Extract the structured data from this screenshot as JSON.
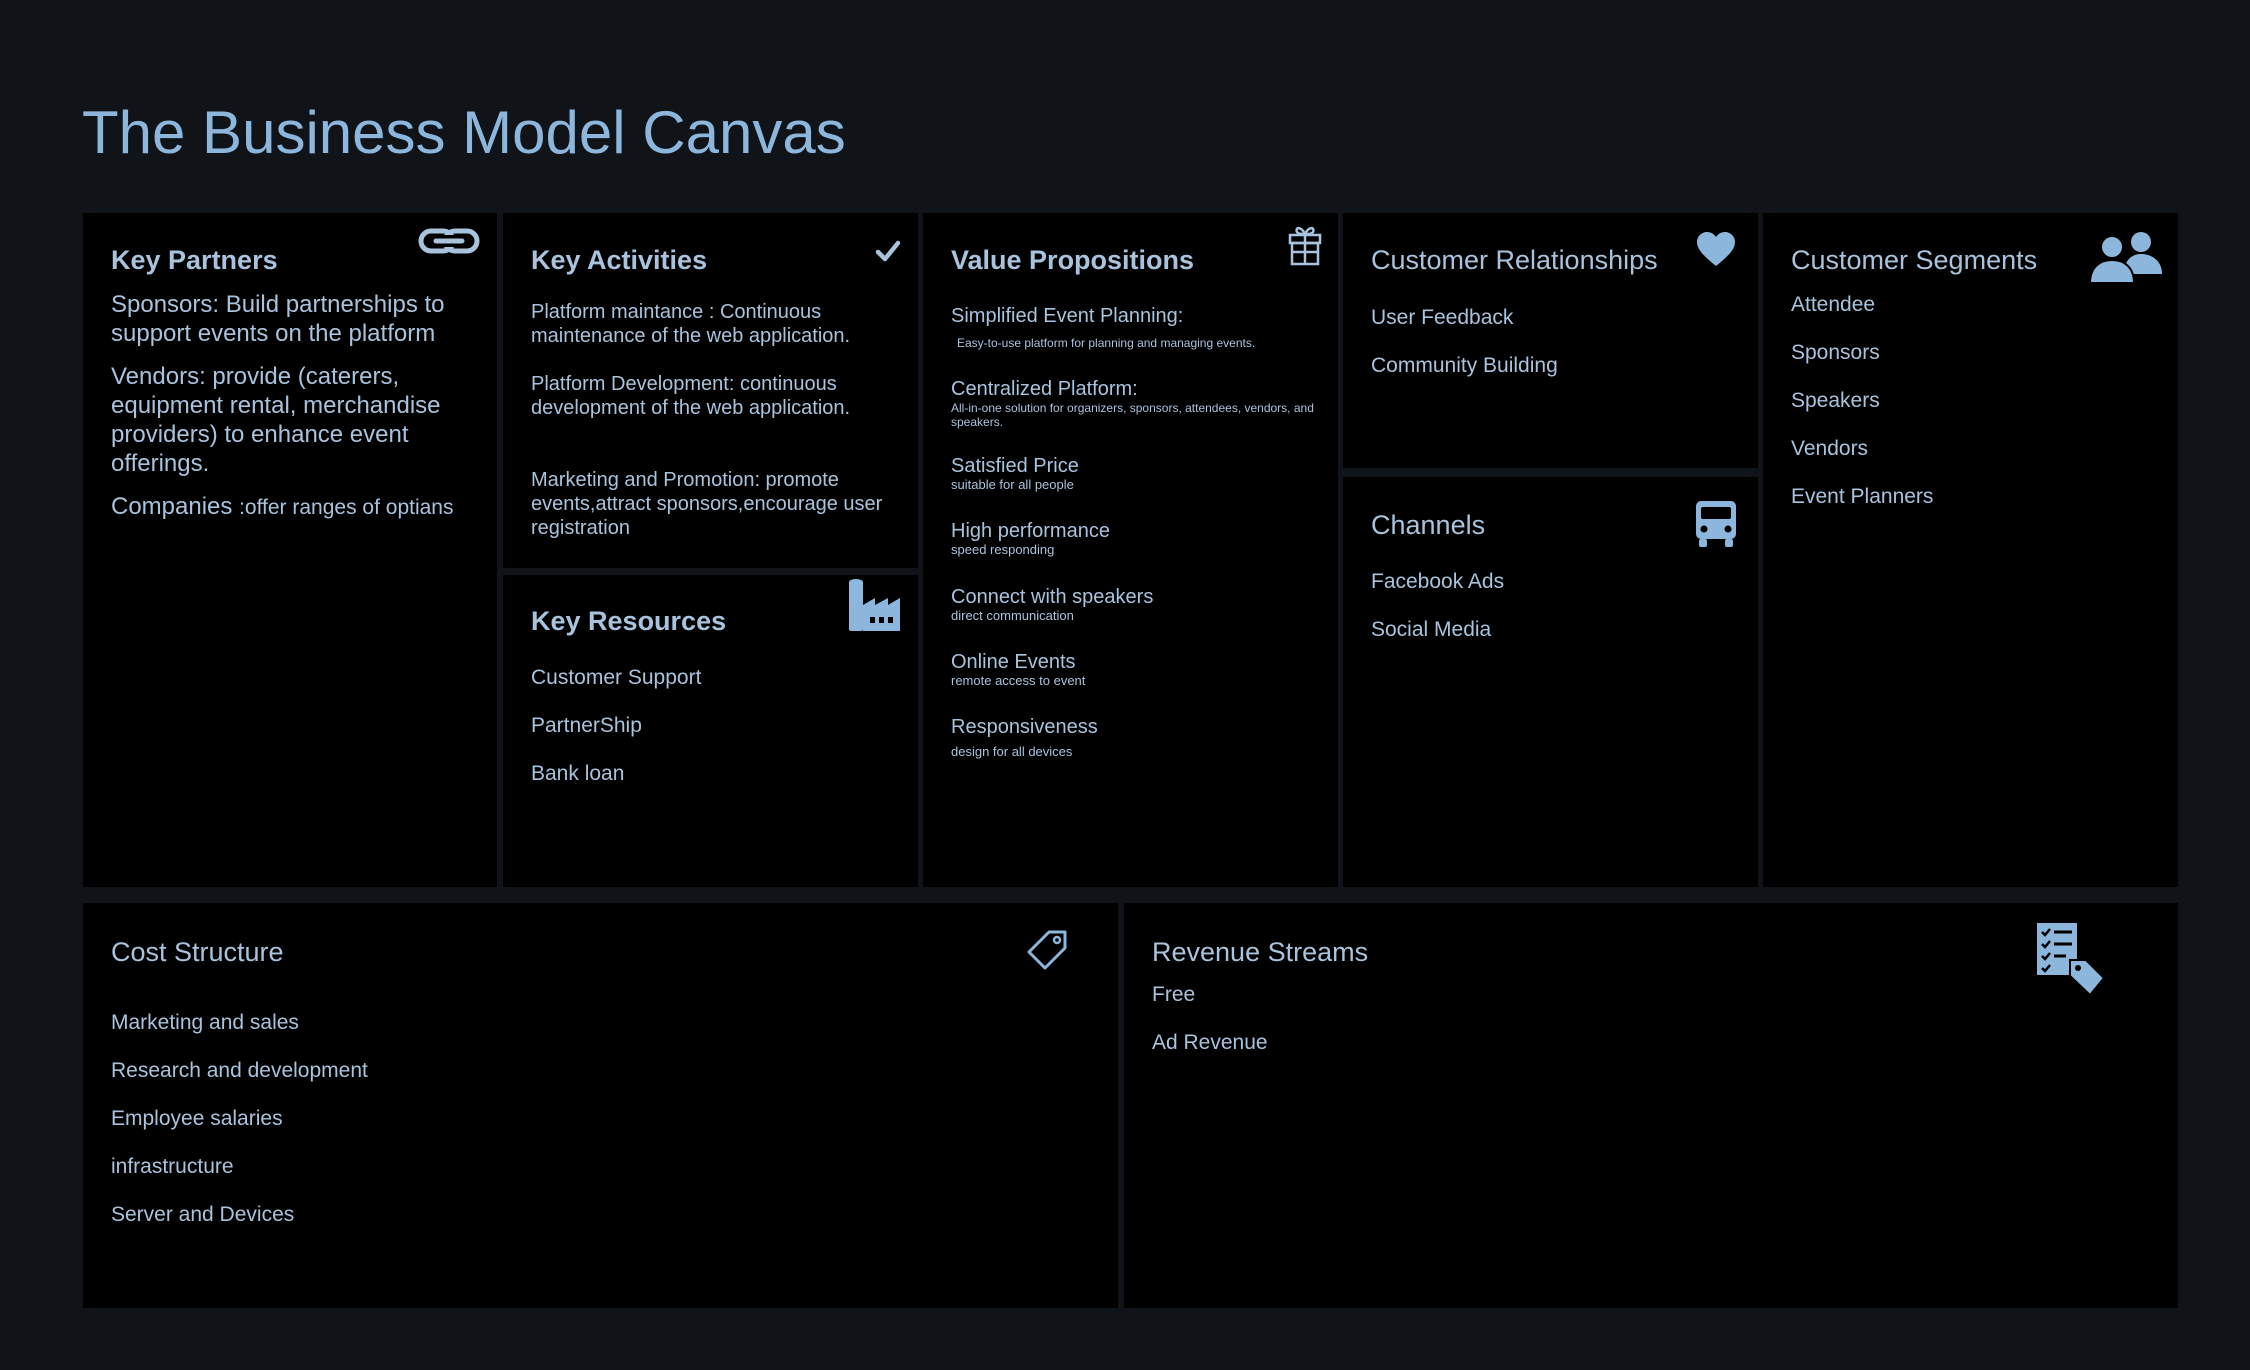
{
  "page": {
    "title": "The Business Model Canvas"
  },
  "key_partners": {
    "title": "Key Partners",
    "icon": "link-icon",
    "items": [
      "Sponsors: Build partnerships to support events on the platform",
      "Vendors: provide (caterers, equipment rental, merchandise providers) to enhance event offerings."
    ],
    "companies_label": "Companies ",
    "companies_text": ":offer ranges of optians"
  },
  "key_activities": {
    "title": "Key Activities",
    "icon": "checkmark-icon",
    "items": [
      "Platform maintance : Continuous maintenance of the web application.",
      "Platform Development: continuous development of the web application.",
      "Marketing and Promotion: promote events,attract sponsors,encourage user registration"
    ]
  },
  "key_resources": {
    "title": "Key Resources",
    "icon": "factory-icon",
    "items": [
      "Customer Support",
      "PartnerShip",
      "Bank loan"
    ]
  },
  "value_propositions": {
    "title": "Value Propositions",
    "icon": "gift-icon",
    "items": [
      {
        "title": "Simplified Event Planning:",
        "sub": "Easy-to-use platform for planning and managing events."
      },
      {
        "title": "Centralized Platform:",
        "sub": "All-in-one solution for organizers, sponsors, attendees, vendors, and speakers."
      },
      {
        "title": "Satisfied Price",
        "sub": "suitable for all people"
      },
      {
        "title": "High performance",
        "sub": "speed responding"
      },
      {
        "title": "Connect with speakers",
        "sub": "direct communication"
      },
      {
        "title": "Online Events",
        "sub": "remote access to event"
      },
      {
        "title": "Responsiveness",
        "sub": "design for all devices"
      }
    ]
  },
  "customer_relationships": {
    "title": "Customer Relationships",
    "icon": "heart-icon",
    "items": [
      "User Feedback",
      "Community Building"
    ]
  },
  "channels": {
    "title": "Channels",
    "icon": "truck-icon",
    "items": [
      "Facebook Ads",
      "Social Media"
    ]
  },
  "customer_segments": {
    "title": "Customer Segments",
    "icon": "users-icon",
    "items": [
      "Attendee",
      "Sponsors",
      "Speakers",
      "Vendors",
      "Event Planners"
    ]
  },
  "cost_structure": {
    "title": "Cost Structure",
    "icon": "tag-icon",
    "items": [
      "Marketing and sales",
      "Research and development",
      "Employee salaries",
      "infrastructure",
      "Server and Devices"
    ]
  },
  "revenue_streams": {
    "title": "Revenue Streams",
    "icon": "price-list-icon",
    "items": [
      "Free",
      "Ad Revenue"
    ]
  },
  "colors": {
    "background": "#101418",
    "panel": "#000000",
    "text": "#a9c3dd",
    "accent": "#8db6dd"
  }
}
